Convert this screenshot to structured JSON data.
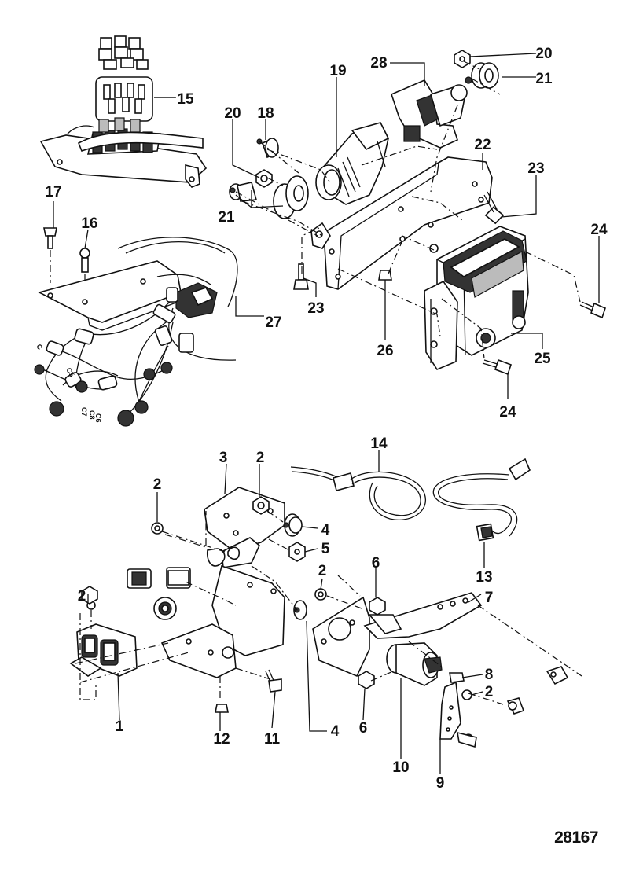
{
  "figure_number": "28167",
  "callouts": [
    "1",
    "2",
    "3",
    "4",
    "5",
    "6",
    "7",
    "8",
    "9",
    "10",
    "11",
    "12",
    "13",
    "14",
    "15",
    "16",
    "17",
    "18",
    "19",
    "20",
    "21",
    "22",
    "23",
    "24",
    "25",
    "26",
    "27",
    "28"
  ],
  "wire_tags": [
    "C",
    "C5",
    "C7",
    "C8",
    "C6"
  ]
}
